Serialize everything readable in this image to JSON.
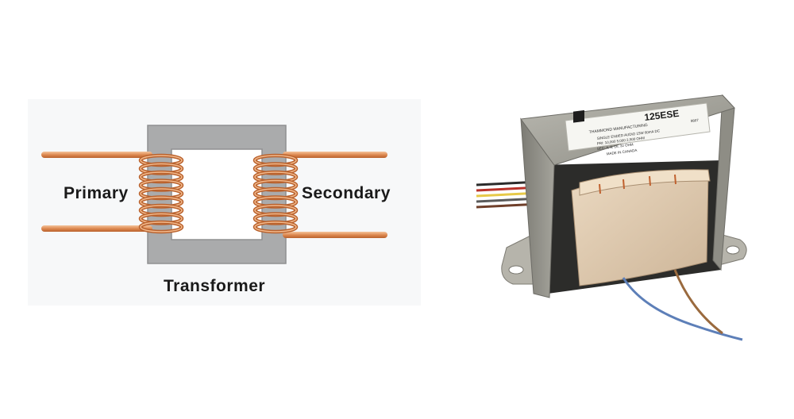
{
  "diagram": {
    "primary_label": "Primary",
    "secondary_label": "Secondary",
    "caption": "Transformer"
  },
  "photo": {
    "label_logo_text": "THAMMOND MANUFACTURING",
    "label_model": "125ESE",
    "label_lines": [
      "SINGLE ENDED AUDIO 15W 60mA DC",
      "PRI: 10,000 5,000 2,500 OHM",
      "SEC: 4, 8, 16, 32 OHM",
      "MADE IN CANADA"
    ],
    "label_code": "9807"
  },
  "colors": {
    "core": "#a9aaab",
    "core_light": "#c6c7c8",
    "copper": "#d9824b",
    "copper_dark": "#b9612c",
    "copper_light": "#f2b98c",
    "steel": "#9c9b94",
    "paper": "#e2cdb2"
  }
}
